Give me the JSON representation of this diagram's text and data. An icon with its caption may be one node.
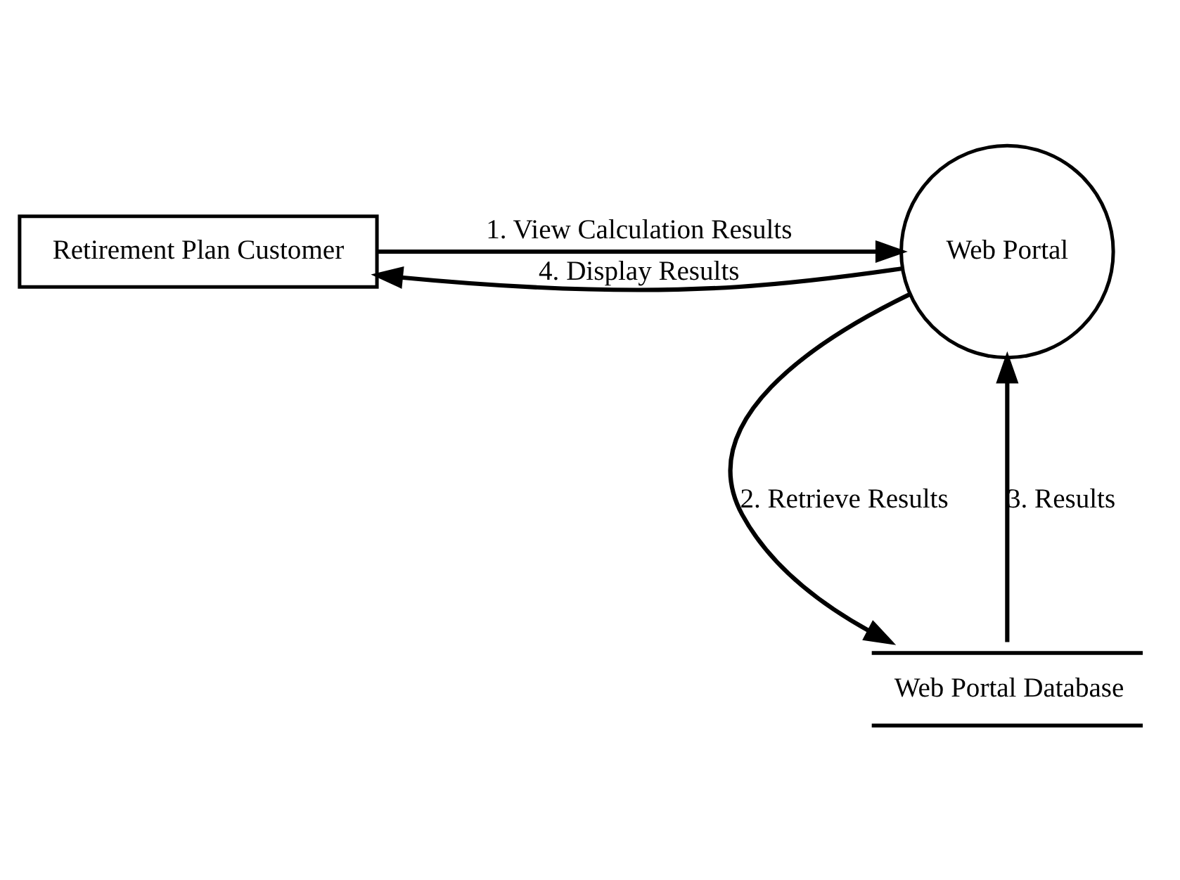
{
  "diagram": {
    "nodes": [
      {
        "text": [
          "Retirement Plan Customer"
        ]
      },
      {
        "text": [
          "Web Portal"
        ]
      },
      {
        "text": [
          "Web Portal Database"
        ]
      }
    ],
    "edges": [
      {
        "from": 0,
        "to": 1,
        "arrow": "to",
        "label": "1. View Calculation Results"
      },
      {
        "from": 1,
        "to": 2,
        "arrow": "to",
        "label": "2. Retrieve Results"
      },
      {
        "from": 2,
        "to": 1,
        "arrow": "to",
        "label": "3. Results"
      },
      {
        "from": 1,
        "to": 0,
        "arrow": "to",
        "label": "4. Display Results"
      }
    ]
  }
}
